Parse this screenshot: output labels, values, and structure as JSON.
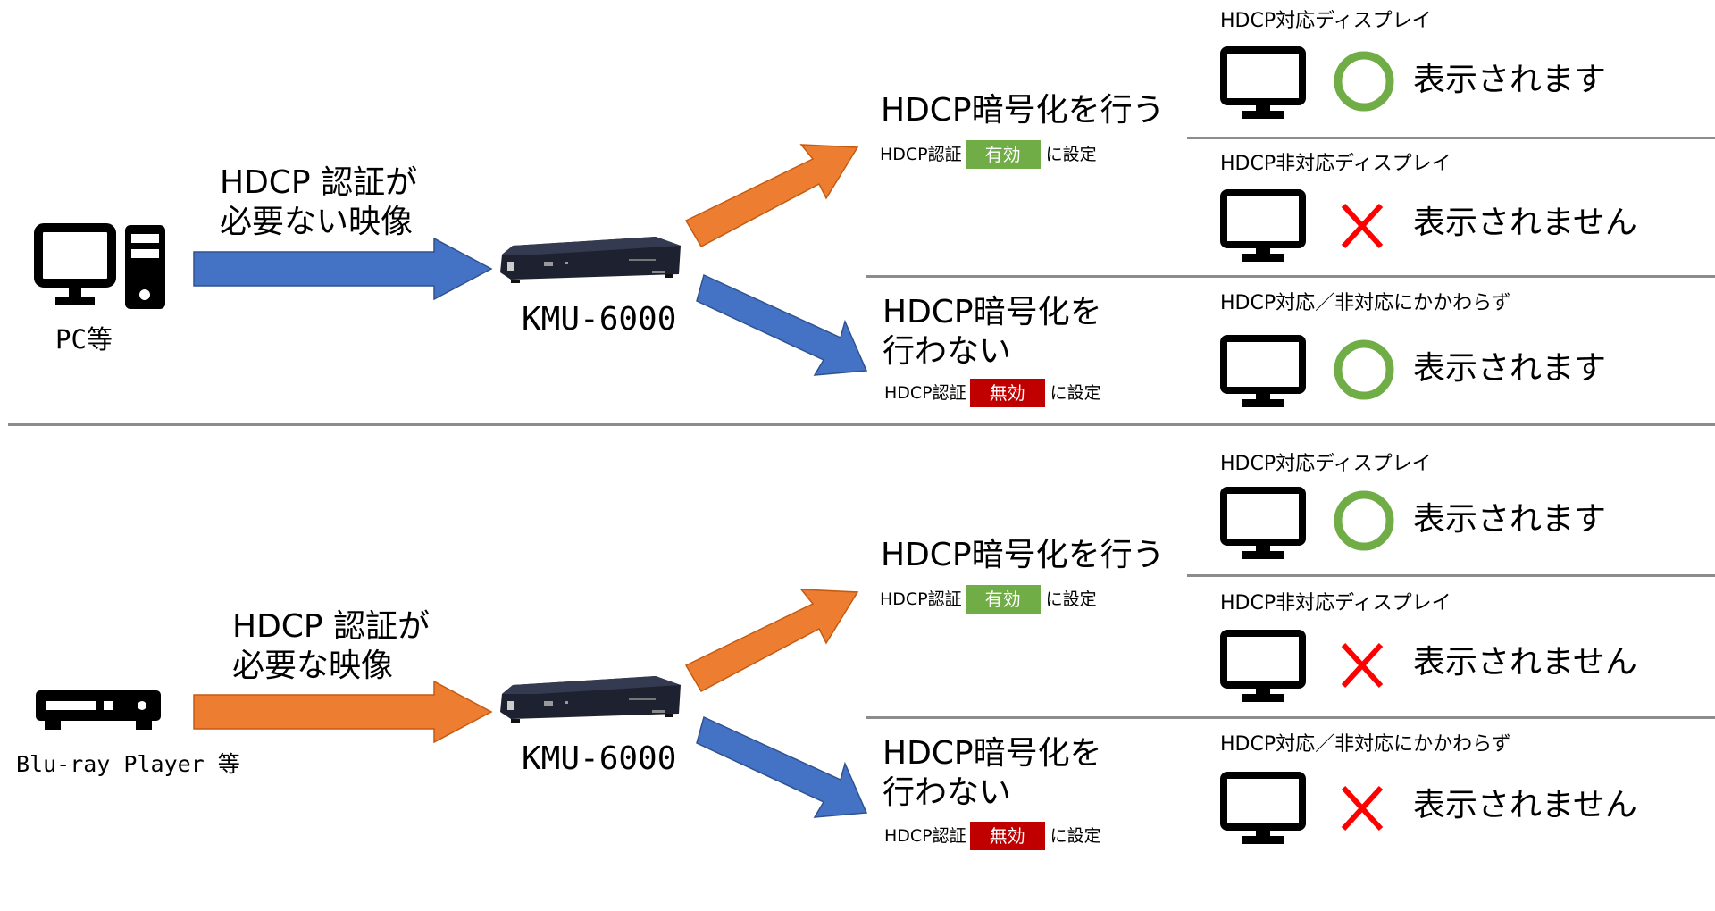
{
  "colors": {
    "arrow_blue": "#4472C4",
    "arrow_orange": "#ED7D31",
    "ok_green": "#70AD47",
    "ng_red": "#FF0000",
    "badge_enabled": "#70AD47",
    "badge_disabled": "#C00000",
    "divider": "#8C8C8C"
  },
  "sections": [
    {
      "source": {
        "label": "PC等",
        "icon": "desktop-pc-icon"
      },
      "input_arrow": {
        "line1": "HDCP 認証が",
        "line2": "必要ない映像",
        "color": "blue"
      },
      "device": {
        "label": "KMU-6000",
        "icon": "kvm-device-icon"
      },
      "branches": [
        {
          "title_line1": "HDCP暗号化を行う",
          "title_line2": "",
          "setting_prefix": "HDCP認証",
          "setting_badge": "有効",
          "setting_suffix": "に設定",
          "badge_state": "enabled",
          "results": [
            {
              "display": "HDCP対応ディスプレイ",
              "mark": "circle",
              "text": "表示されます"
            },
            {
              "display": "HDCP非対応ディスプレイ",
              "mark": "cross",
              "text": "表示されません"
            }
          ]
        },
        {
          "title_line1": "HDCP暗号化を",
          "title_line2": "行わない",
          "setting_prefix": "HDCP認証",
          "setting_badge": "無効",
          "setting_suffix": "に設定",
          "badge_state": "disabled",
          "results": [
            {
              "display": "HDCP対応／非対応にかかわらず",
              "mark": "circle",
              "text": "表示されます"
            }
          ]
        }
      ]
    },
    {
      "source": {
        "label": "Blu-ray Player 等",
        "icon": "bluray-player-icon"
      },
      "input_arrow": {
        "line1": "HDCP 認証が",
        "line2": "必要な映像",
        "color": "orange"
      },
      "device": {
        "label": "KMU-6000",
        "icon": "kvm-device-icon"
      },
      "branches": [
        {
          "title_line1": "HDCP暗号化を行う",
          "title_line2": "",
          "setting_prefix": "HDCP認証",
          "setting_badge": "有効",
          "setting_suffix": "に設定",
          "badge_state": "enabled",
          "results": [
            {
              "display": "HDCP対応ディスプレイ",
              "mark": "circle",
              "text": "表示されます"
            },
            {
              "display": "HDCP非対応ディスプレイ",
              "mark": "cross",
              "text": "表示されません"
            }
          ]
        },
        {
          "title_line1": "HDCP暗号化を",
          "title_line2": "行わない",
          "setting_prefix": "HDCP認証",
          "setting_badge": "無効",
          "setting_suffix": "に設定",
          "badge_state": "disabled",
          "results": [
            {
              "display": "HDCP対応／非対応にかかわらず",
              "mark": "cross",
              "text": "表示されません"
            }
          ]
        }
      ]
    }
  ]
}
